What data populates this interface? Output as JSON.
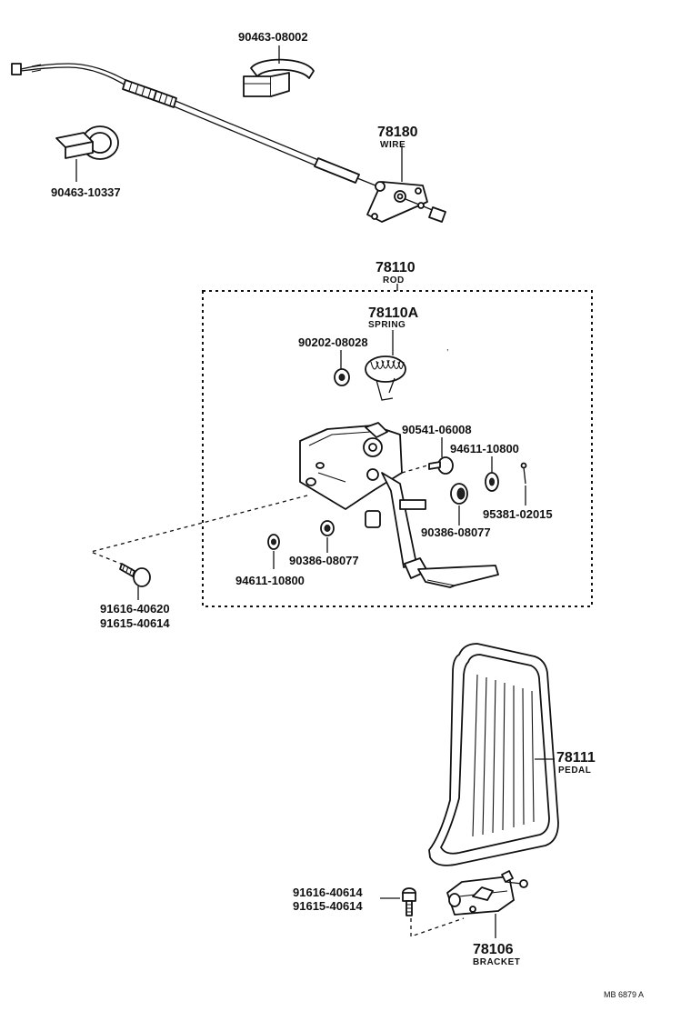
{
  "parts": {
    "clamp_top": "90463-08002",
    "clamp_left": "90463-10337",
    "wire": {
      "number": "78180",
      "name": "WIRE"
    },
    "rod": {
      "number": "78110",
      "name": "ROD"
    },
    "spring": {
      "number": "78110A",
      "name": "SPRING"
    },
    "washer_a": "90202-08028",
    "bolt_a": "90541-06008",
    "washer_b": "94611-10800",
    "pin": "95381-02015",
    "bushing_a": "90386-08077",
    "bushing_b": "90386-08077",
    "washer_c": "94611-10800",
    "bolt_b_1": "91616-40620",
    "bolt_b_2": "91615-40614",
    "pedal": {
      "number": "78111",
      "name": "PEDAL"
    },
    "bolt_c_1": "91616-40614",
    "bolt_c_2": "91615-40614",
    "bracket": {
      "number": "78106",
      "name": "BRACKET"
    }
  },
  "footer": {
    "code": "MB 6879 A"
  }
}
